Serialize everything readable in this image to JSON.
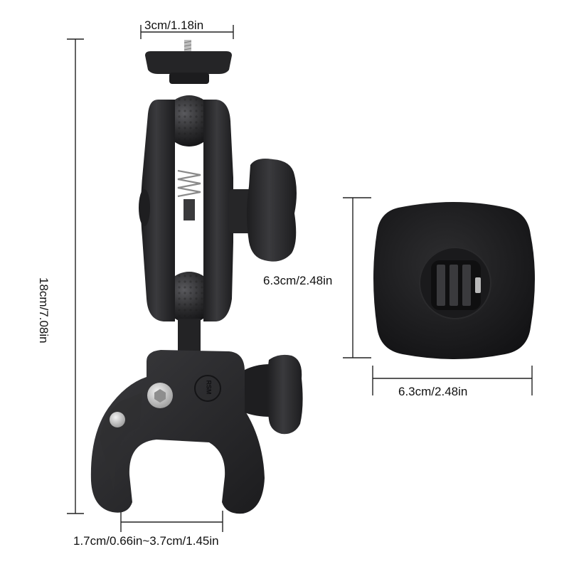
{
  "dimensions": {
    "top_width": "3cm/1.18in",
    "total_height": "18cm/7.08in",
    "clamp_range": "1.7cm/0.66in~3.7cm/1.45in",
    "pad_height": "6.3cm/2.48in",
    "pad_width": "6.3cm/2.48in"
  },
  "product": {
    "clamp_logo": "RSM"
  },
  "colors": {
    "body": "#2a2a2c",
    "body_dark": "#1a1a1c",
    "highlight": "#4a4a4e",
    "line": "#222222"
  }
}
